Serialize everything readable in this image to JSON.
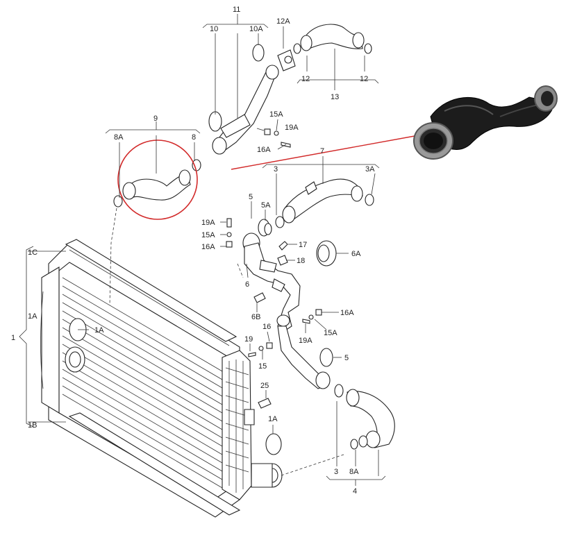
{
  "labels": {
    "l1": "1",
    "l1A_a": "1A",
    "l1A_b": "1A",
    "l1A_c": "1A",
    "l1B": "1B",
    "l1C": "1C",
    "l3_a": "3",
    "l3_b": "3",
    "l3A": "3A",
    "l4": "4",
    "l5_a": "5",
    "l5_b": "5",
    "l5A": "5A",
    "l6": "6",
    "l6A": "6A",
    "l6B": "6B",
    "l7": "7",
    "l8": "8",
    "l8A_a": "8A",
    "l8A_b": "8A",
    "l9": "9",
    "l10": "10",
    "l10A": "10A",
    "l11": "11",
    "l12_a": "12",
    "l12_b": "12",
    "l12A": "12A",
    "l13": "13",
    "l15": "15",
    "l15A_a": "15A",
    "l15A_b": "15A",
    "l15A_c": "15A",
    "l16": "16",
    "l16A_a": "16A",
    "l16A_b": "16A",
    "l16A_c": "16A",
    "l17": "17",
    "l18": "18",
    "l19": "19",
    "l19A_a": "19A",
    "l19A_b": "19A",
    "l19A_c": "19A",
    "l25": "25"
  },
  "colors": {
    "highlight": "#d22a2a",
    "hose": "#1c1c1c",
    "linework": "#222222"
  }
}
